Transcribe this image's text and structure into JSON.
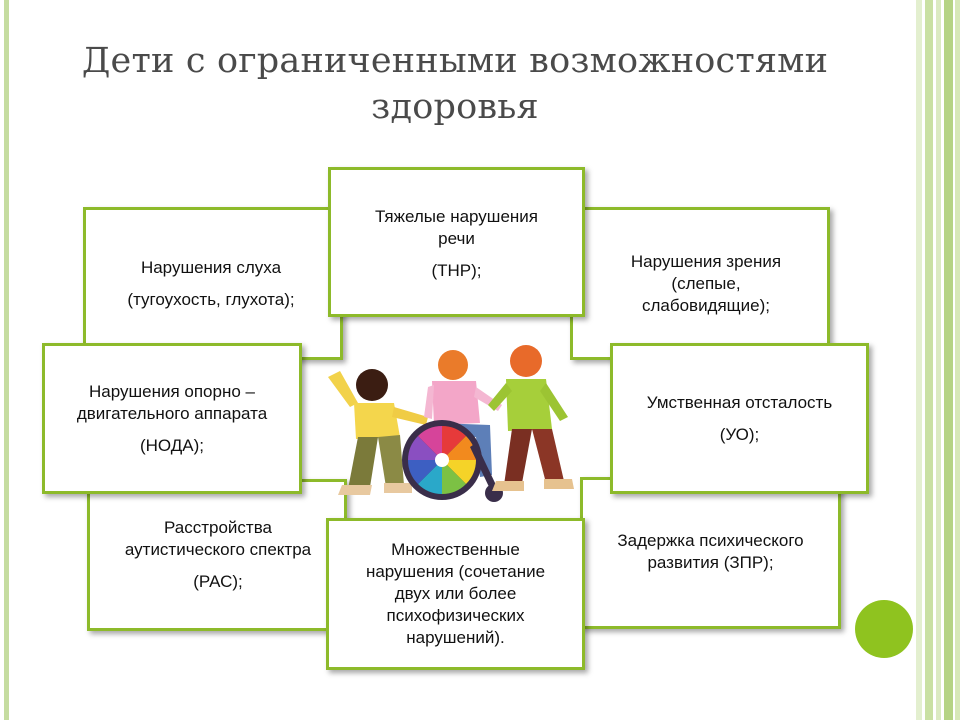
{
  "title_lines": [
    "Дети с ограниченными возможностями",
    "здоровья"
  ],
  "boxes": {
    "speech": [
      "Тяжелые нарушения",
      "речи",
      "(ТНР);"
    ],
    "hearing": [
      "Нарушения слуха",
      "(тугоухость, глухота);"
    ],
    "vision": [
      "Нарушения зрения",
      "(слепые,",
      "слабовидящие);"
    ],
    "musculoskeletal": [
      "Нарушения опорно –",
      "двигательного аппарата",
      "(НОДА);"
    ],
    "mental": [
      "Умственная отсталость",
      "(УО);"
    ],
    "autism": [
      "Расстройства",
      "аутистического спектра",
      "(РАС);"
    ],
    "zpr": [
      "Задержка психического",
      "развития (ЗПР);"
    ],
    "multiple": [
      "Множественные",
      "нарушения (сочетание",
      "двух или более",
      "психофизических",
      "нарушений)."
    ]
  },
  "colors": {
    "box_border": "#8dba2a",
    "accent_circle": "#8fc31f",
    "stripe_light": "#d7e8b8",
    "stripe_mid": "#b5d384"
  },
  "decor": {
    "illustration": "children-with-wheelchair-icon",
    "accent": "green-circle-icon"
  }
}
